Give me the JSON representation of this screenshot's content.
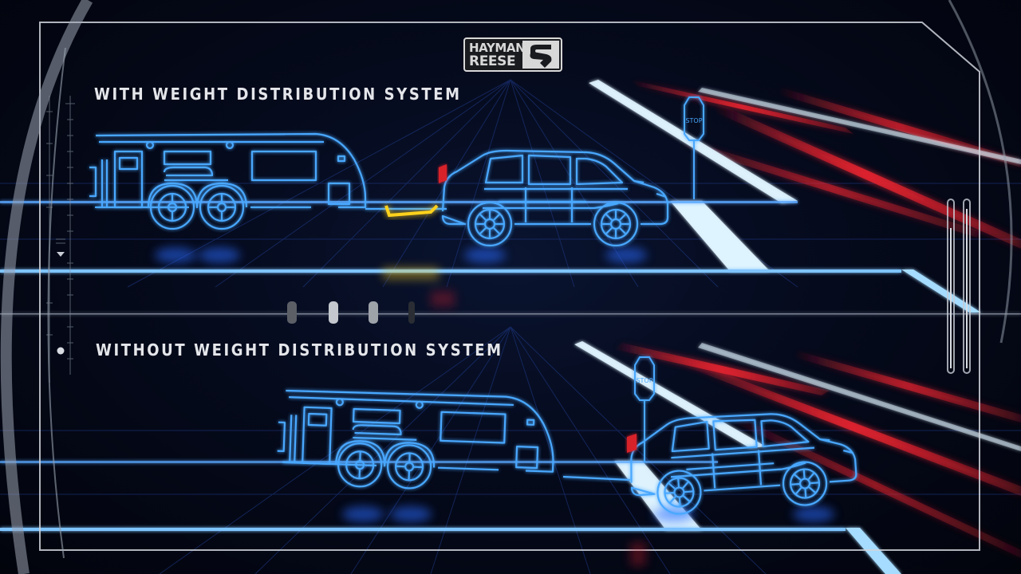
{
  "brand": {
    "line1": "HAYMAN",
    "line2": "REESE"
  },
  "captions": {
    "top": "WITH WEIGHT DISTRIBUTION SYSTEM",
    "bottom": "WITHOUT WEIGHT DISTRIBUTION SYSTEM"
  },
  "signs": {
    "stop": "STOP"
  },
  "colors": {
    "neon_blue": "#4aa8ff",
    "neon_glow": "#1e6bff",
    "hitch_yellow": "#ffd21e",
    "streak_red": "#d8202c",
    "frame_white": "#cfd3da",
    "background": "#02040c"
  },
  "indicators": {
    "pager_dots": 4,
    "active_dots": [
      1,
      2
    ],
    "level_bars": 2
  }
}
